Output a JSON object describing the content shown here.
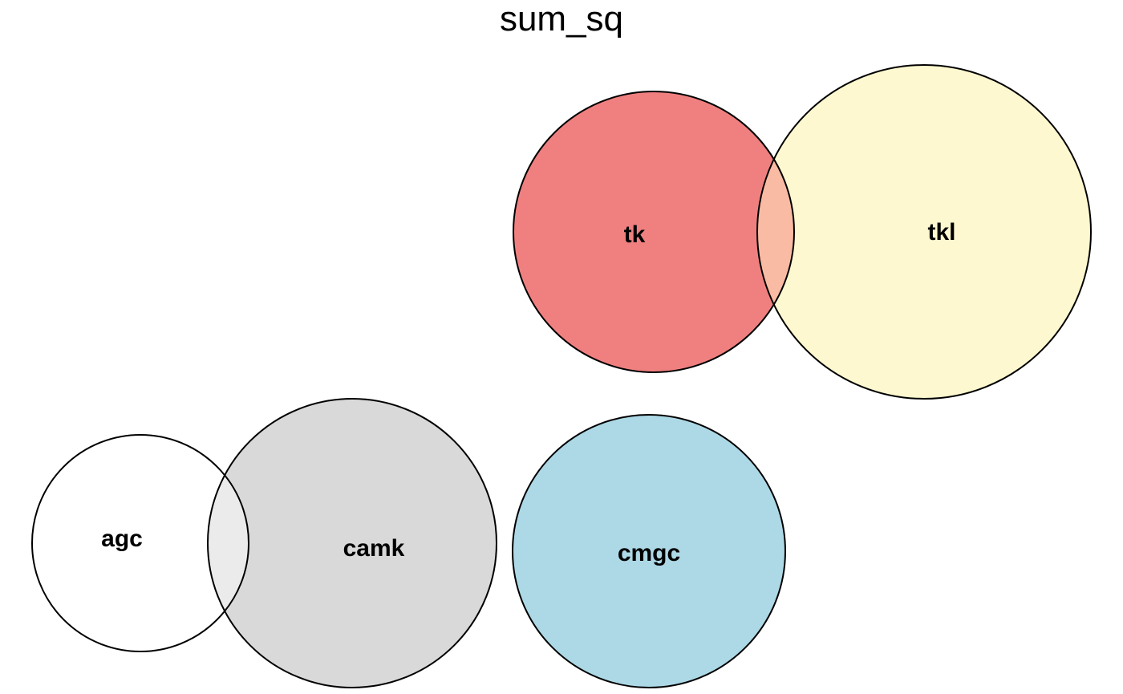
{
  "title": "sum_sq",
  "sets": [
    {
      "id": "tk",
      "label": "tk",
      "color": "#f08080"
    },
    {
      "id": "tkl",
      "label": "tkl",
      "color": "#fdf8cf"
    },
    {
      "id": "agc",
      "label": "agc",
      "color": "#ffffff"
    },
    {
      "id": "camk",
      "label": "camk",
      "color": "#d9d9d9"
    },
    {
      "id": "cmgc",
      "label": "cmgc",
      "color": "#add8e6"
    }
  ],
  "overlaps": [
    {
      "sets": [
        "tk",
        "tkl"
      ],
      "color": "#fabba4"
    },
    {
      "sets": [
        "agc",
        "camk"
      ],
      "color": "#ebebeb"
    }
  ]
}
